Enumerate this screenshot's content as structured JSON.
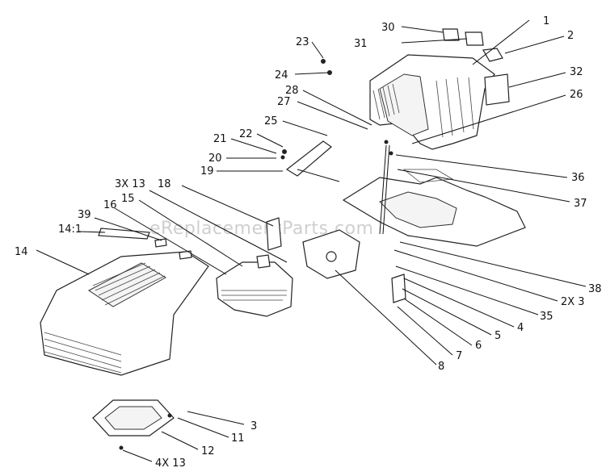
{
  "watermark": "eReplacementParts.com",
  "callouts": [
    {
      "id": "c1",
      "text": "1"
    },
    {
      "id": "c2",
      "text": "2"
    },
    {
      "id": "c30",
      "text": "30"
    },
    {
      "id": "c31",
      "text": "31"
    },
    {
      "id": "c23",
      "text": "23"
    },
    {
      "id": "c24",
      "text": "24"
    },
    {
      "id": "c32",
      "text": "32"
    },
    {
      "id": "c28",
      "text": "28"
    },
    {
      "id": "c27",
      "text": "27"
    },
    {
      "id": "c26",
      "text": "26"
    },
    {
      "id": "c25",
      "text": "25"
    },
    {
      "id": "c22",
      "text": "22"
    },
    {
      "id": "c21",
      "text": "21"
    },
    {
      "id": "c20",
      "text": "20"
    },
    {
      "id": "c19",
      "text": "19"
    },
    {
      "id": "c36",
      "text": "36"
    },
    {
      "id": "c37",
      "text": "37"
    },
    {
      "id": "c3x13",
      "text": "3X 13"
    },
    {
      "id": "c18",
      "text": "18"
    },
    {
      "id": "c15",
      "text": "15"
    },
    {
      "id": "c16",
      "text": "16"
    },
    {
      "id": "c39",
      "text": "39"
    },
    {
      "id": "c141",
      "text": "14:1"
    },
    {
      "id": "c14",
      "text": "14"
    },
    {
      "id": "c38",
      "text": "38"
    },
    {
      "id": "c2x3",
      "text": "2X 3"
    },
    {
      "id": "c35",
      "text": "35"
    },
    {
      "id": "c4",
      "text": "4"
    },
    {
      "id": "c5",
      "text": "5"
    },
    {
      "id": "c6",
      "text": "6"
    },
    {
      "id": "c7",
      "text": "7"
    },
    {
      "id": "c8",
      "text": "8"
    },
    {
      "id": "c3",
      "text": "3"
    },
    {
      "id": "c11",
      "text": "11"
    },
    {
      "id": "c12",
      "text": "12"
    },
    {
      "id": "c4x13",
      "text": "4X 13"
    }
  ]
}
